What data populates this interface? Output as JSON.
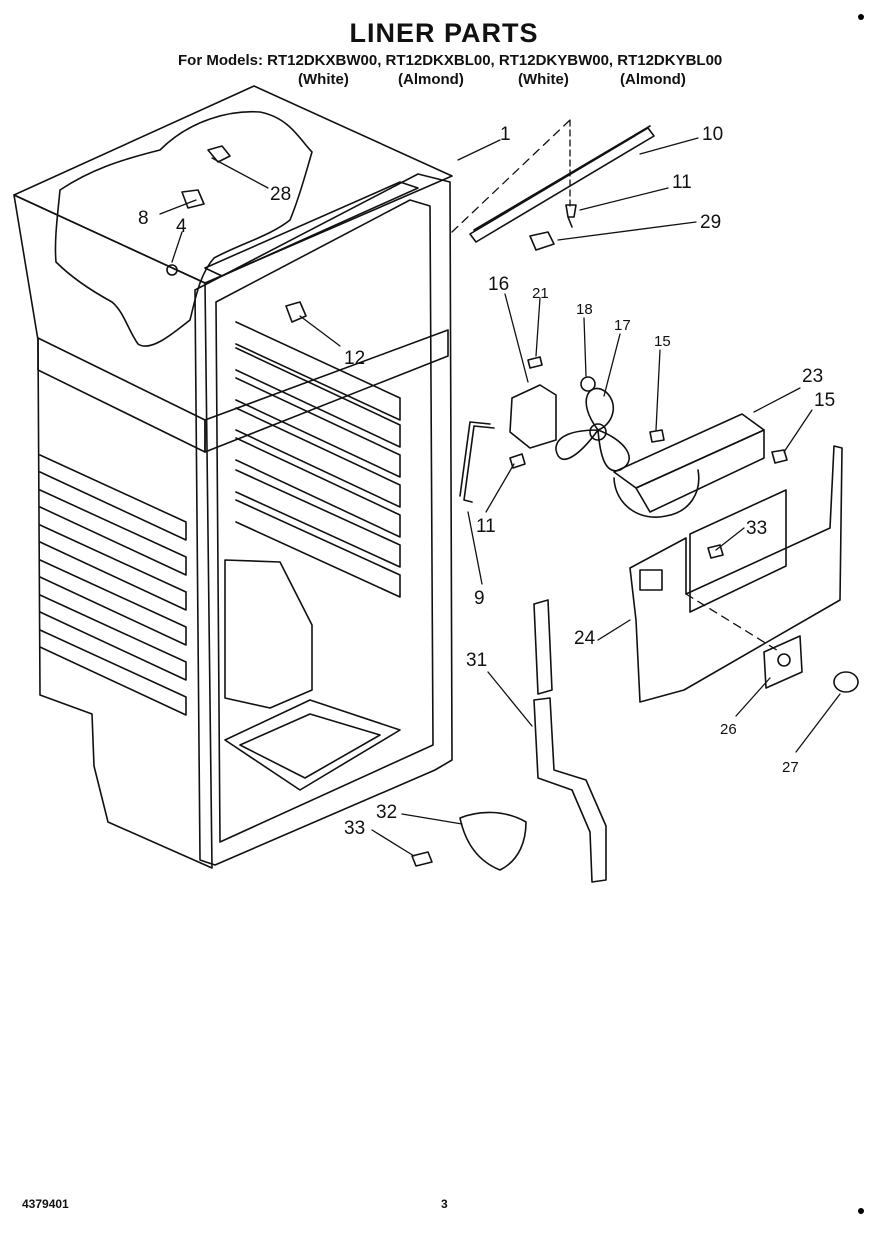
{
  "title": "LINER PARTS",
  "models_line": "For Models: RT12DKXBW00, RT12DKXBL00, RT12DKYBW00, RT12DKYBL00",
  "colors": [
    "(White)",
    "(Almond)",
    "(White)",
    "(Almond)"
  ],
  "callouts": {
    "c1": "1",
    "c10": "10",
    "c11a": "11",
    "c29": "29",
    "c28": "28",
    "c8": "8",
    "c4": "4",
    "c12": "12",
    "c16": "16",
    "c21": "21",
    "c18": "18",
    "c17": "17",
    "c15a": "15",
    "c23": "23",
    "c15b": "15",
    "c11b": "11",
    "c9": "9",
    "c33a": "33",
    "c24": "24",
    "c31": "31",
    "c26": "26",
    "c27": "27",
    "c32": "32",
    "c33b": "33"
  },
  "footer": {
    "doc_number": "4379401",
    "page": "3"
  }
}
